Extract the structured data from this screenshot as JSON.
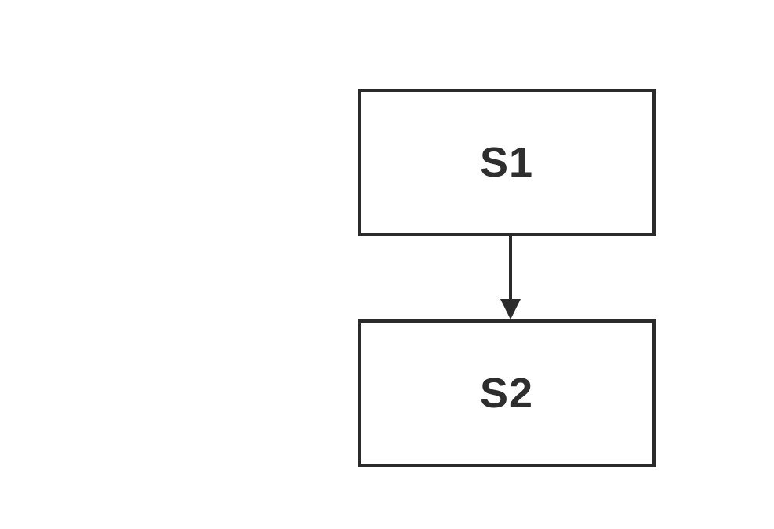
{
  "diagram": {
    "type": "flowchart",
    "background_color": "#ffffff",
    "stroke_color": "#2b2b2b",
    "text_color": "#2e2e2e",
    "nodes": [
      {
        "id": "S1",
        "label": "S1",
        "shape": "rectangle"
      },
      {
        "id": "S2",
        "label": "S2",
        "shape": "rectangle"
      }
    ],
    "edges": [
      {
        "from": "S1",
        "to": "S2",
        "direction": "down",
        "style": "solid-arrow"
      }
    ]
  }
}
